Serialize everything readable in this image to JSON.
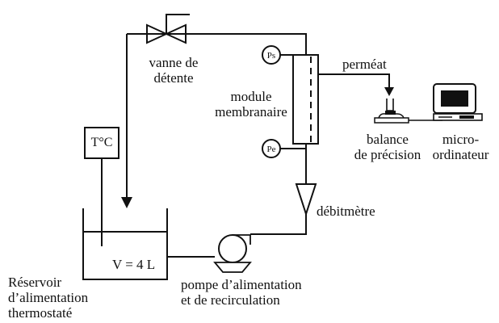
{
  "labels": {
    "vanne": [
      "vanne de",
      "détente"
    ],
    "module": [
      "module",
      "membranaire"
    ],
    "permeat": "perméat",
    "balance": [
      "balance",
      "de précision"
    ],
    "micro": [
      "micro-",
      "ordinateur"
    ],
    "temp": "T°C",
    "debitmetre": "débitmètre",
    "volume": "V = 4 L",
    "reservoir": [
      "Réservoir",
      "d’alimentation",
      "thermostaté"
    ],
    "pompe": [
      "pompe d’alimentation",
      "et de recirculation"
    ],
    "ps": "Ps",
    "pe": "Pe"
  }
}
